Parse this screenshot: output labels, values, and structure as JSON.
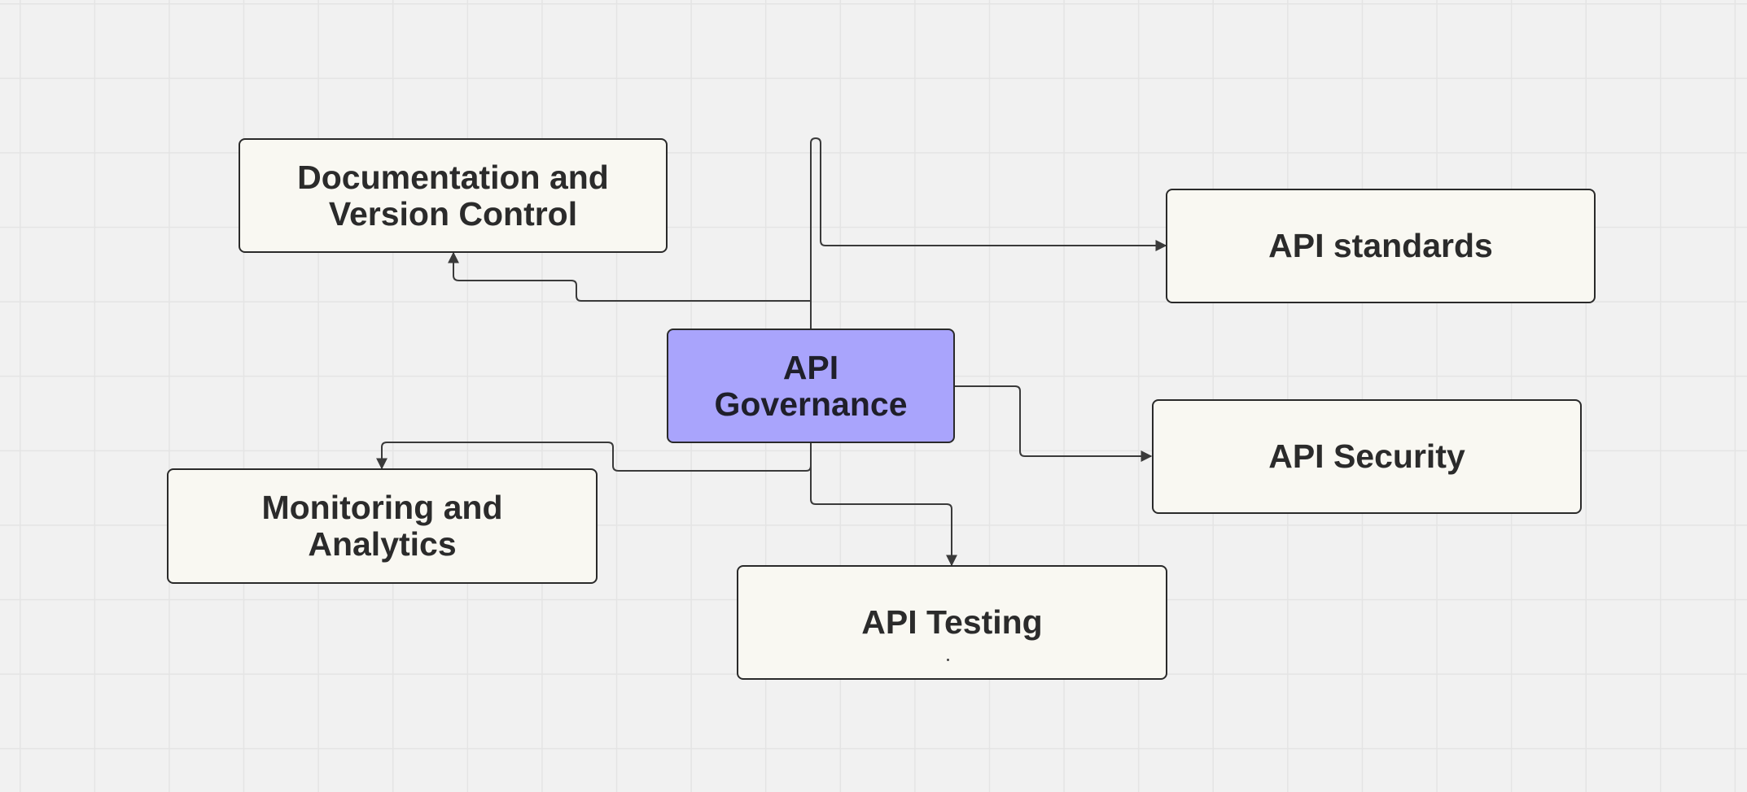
{
  "diagram": {
    "type": "mind-map",
    "colors": {
      "background": "#f1f1f1",
      "grid": "#e4e4e4",
      "center_fill": "#a9a4fc",
      "node_fill": "#f9f8f2",
      "border": "#2a2a2a",
      "text": "#2b2b2b",
      "connector": "#3a3a3a"
    },
    "center": {
      "id": "api-governance",
      "label": "API\nGovernance"
    },
    "branches": [
      {
        "id": "documentation-version-control",
        "label": "Documentation and\nVersion Control"
      },
      {
        "id": "api-standards",
        "label": "API standards"
      },
      {
        "id": "api-security",
        "label": "API Security"
      },
      {
        "id": "monitoring-analytics",
        "label": "Monitoring and\nAnalytics"
      },
      {
        "id": "api-testing",
        "label": "API Testing"
      }
    ],
    "edges": [
      {
        "from": "api-governance",
        "to": "documentation-version-control"
      },
      {
        "from": "api-governance",
        "to": "api-standards"
      },
      {
        "from": "api-governance",
        "to": "api-security"
      },
      {
        "from": "api-governance",
        "to": "monitoring-analytics"
      },
      {
        "from": "api-governance",
        "to": "api-testing"
      }
    ]
  }
}
